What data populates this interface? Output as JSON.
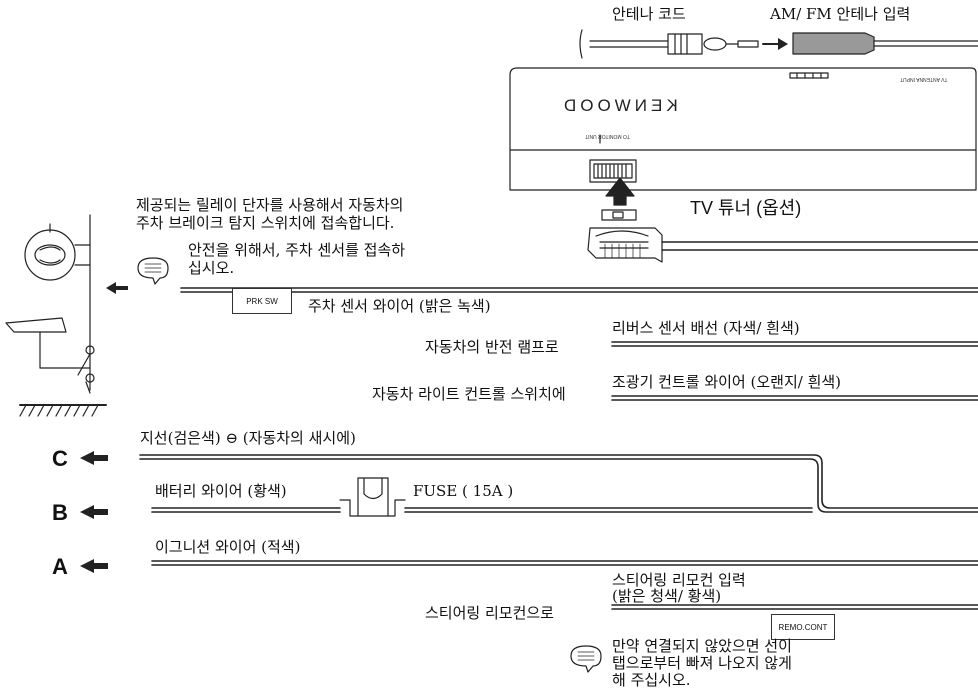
{
  "antenna": {
    "cord_label": "안테나 코드",
    "input_label": "AM/ FM 안테나 입력"
  },
  "tuner": {
    "brand": "KENWOOD",
    "monitor_unit_label": "TO MONITOR UNIT",
    "tv_antenna_label": "TV ANTENNA INPUT",
    "caption": "TV 튜너 (옵션)"
  },
  "parking": {
    "relay_note_line1": "제공되는 릴레이 단자를 사용해서 자동차의",
    "relay_note_line2": "주차 브레이크 탐지 스위치에 접속합니다.",
    "safety_note_line1": "안전을 위해서, 주차 센서를 접속하",
    "safety_note_line2": "십시오.",
    "tag": "PRK SW",
    "wire_label": "주차 센서 와이어 (밝은 녹색)"
  },
  "reverse": {
    "lamp_label": "자동차의 반전 램프로",
    "wire_label": "리버스 센서 배선 (자색/ 흰색)"
  },
  "dimmer": {
    "switch_label": "자동차 라이트 컨트롤 스위치에",
    "wire_label": "조광기 컨트롤 와이어 (오랜지/ 흰색)"
  },
  "ground": {
    "letter": "C",
    "wire_label": "지선(검은색) ⊖ (자동차의 새시에)"
  },
  "battery": {
    "letter": "B",
    "wire_label": "배터리 와이어 (황색)",
    "fuse_label": "FUSE ( 15A )"
  },
  "ignition": {
    "letter": "A",
    "wire_label": "이그니션 와이어 (적색)"
  },
  "steering": {
    "remote_label": "스티어링 리모컨으로",
    "input_line1": "스티어링 리모컨 입력",
    "input_line2": "(밝은 청색/ 황색)",
    "tag": "REMO.CONT",
    "note_line1": "만약 연결되지 않았으면 선이",
    "note_line2": "탭으로부터 빠져 나오지 않게",
    "note_line3": "해 주십시오."
  }
}
